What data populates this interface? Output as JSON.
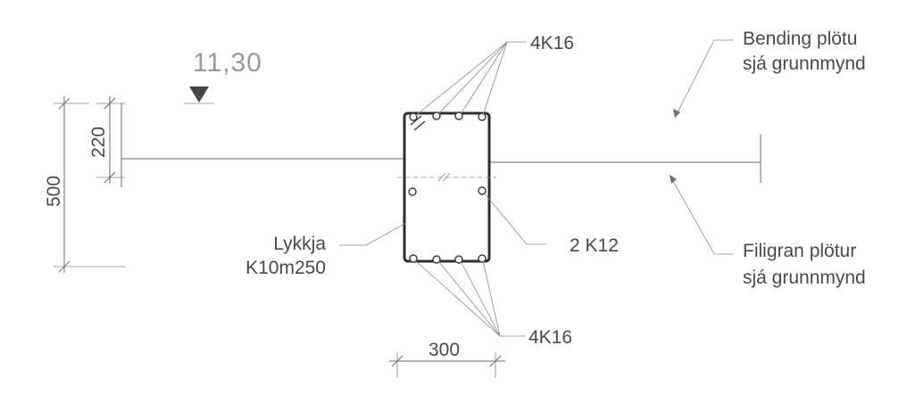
{
  "level": {
    "value": "11,30"
  },
  "dimensions": {
    "total_height": "500",
    "slab_thickness": "220",
    "beam_width": "300"
  },
  "labels": {
    "top_bars": "4K16",
    "bottom_bars": "4K16",
    "side_bars": "2 K12",
    "stirrup_line1": "Lykkja",
    "stirrup_line2": "K10m250",
    "bending_line1": "Bending plötu",
    "bending_line2": "sjá grunnmynd",
    "filigran_line1": "Filigran plötur",
    "filigran_line2": "sjá grunnmynd"
  },
  "colors": {
    "line": "#6e6e6e",
    "section_outline": "#2e2e2e",
    "level_text": "#9a9a9a",
    "level_marker": "#444444"
  },
  "icons": {
    "level_marker": "triangle-down-icon"
  }
}
